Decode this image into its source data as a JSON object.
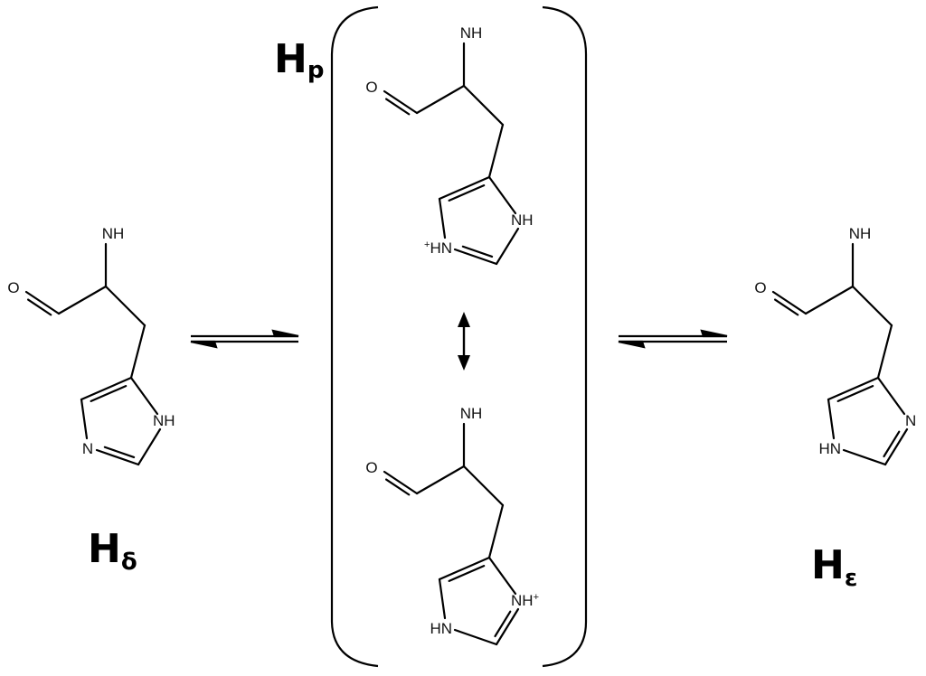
{
  "labels": {
    "delta": {
      "main": "H",
      "sub": "δ"
    },
    "protonated": {
      "main": "H",
      "sub": "p"
    },
    "epsilon": {
      "main": "H",
      "sub": "ε"
    }
  },
  "molecules": [
    {
      "name": "histidine-delta",
      "amine": "NH",
      "oxygen": "O",
      "n3": "N",
      "n3_sup": "",
      "n1": "NH",
      "n1_sup": "",
      "double": "n3c2"
    },
    {
      "name": "histidine-protonated-1",
      "amine": "NH",
      "oxygen": "O",
      "n3": "HN",
      "n3_sup": "+",
      "n1": "NH",
      "n1_sup": "",
      "double": "n3c2"
    },
    {
      "name": "histidine-protonated-2",
      "amine": "NH",
      "oxygen": "O",
      "n3": "HN",
      "n3_sup": "",
      "n1": "NH",
      "n1_sup": "+",
      "double": "c2n1"
    },
    {
      "name": "histidine-epsilon",
      "amine": "NH",
      "oxygen": "O",
      "n3": "HN",
      "n3_sup": "",
      "n1": "N",
      "n1_sup": "",
      "double": "c2n1"
    }
  ]
}
